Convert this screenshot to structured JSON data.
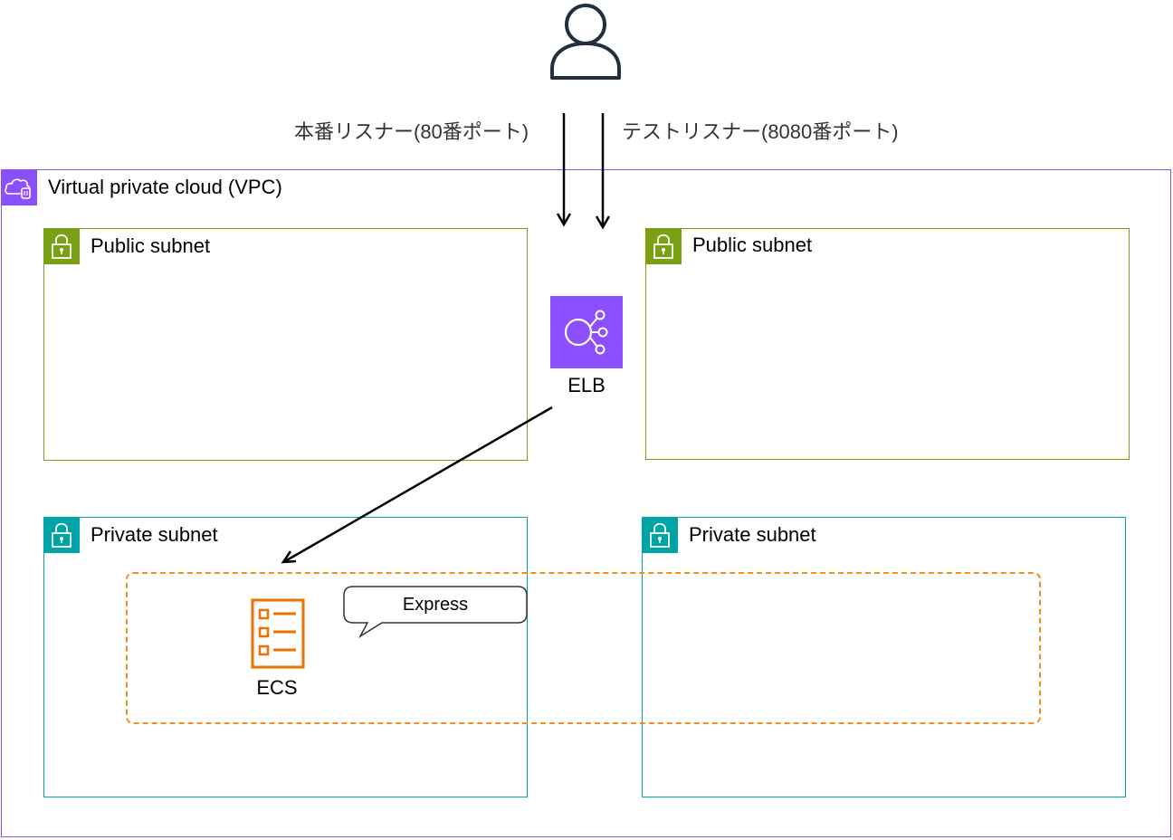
{
  "user": {
    "icon": "user-icon"
  },
  "listeners": {
    "production_label": "本番リスナー(80番ポート)",
    "test_label": "テストリスナー(8080番ポート)"
  },
  "vpc": {
    "label": "Virtual private cloud (VPC)",
    "icon": "vpc-cloud-icon",
    "color": "#8c4fff"
  },
  "public_subnets": [
    {
      "label": "Public subnet",
      "icon": "lock-icon",
      "color": "#7aa116"
    },
    {
      "label": "Public subnet",
      "icon": "lock-icon",
      "color": "#7aa116"
    }
  ],
  "private_subnets": [
    {
      "label": "Private subnet",
      "icon": "lock-icon",
      "color": "#00a4a6"
    },
    {
      "label": "Private subnet",
      "icon": "lock-icon",
      "color": "#00a4a6"
    }
  ],
  "elb": {
    "label": "ELB",
    "icon": "load-balancer-icon",
    "color": "#8c4fff"
  },
  "ecs": {
    "label": "ECS",
    "icon": "ecs-task-icon",
    "color": "#ed7100"
  },
  "callout": {
    "text": "Express"
  },
  "group": {
    "border_color": "#f58b1f"
  }
}
